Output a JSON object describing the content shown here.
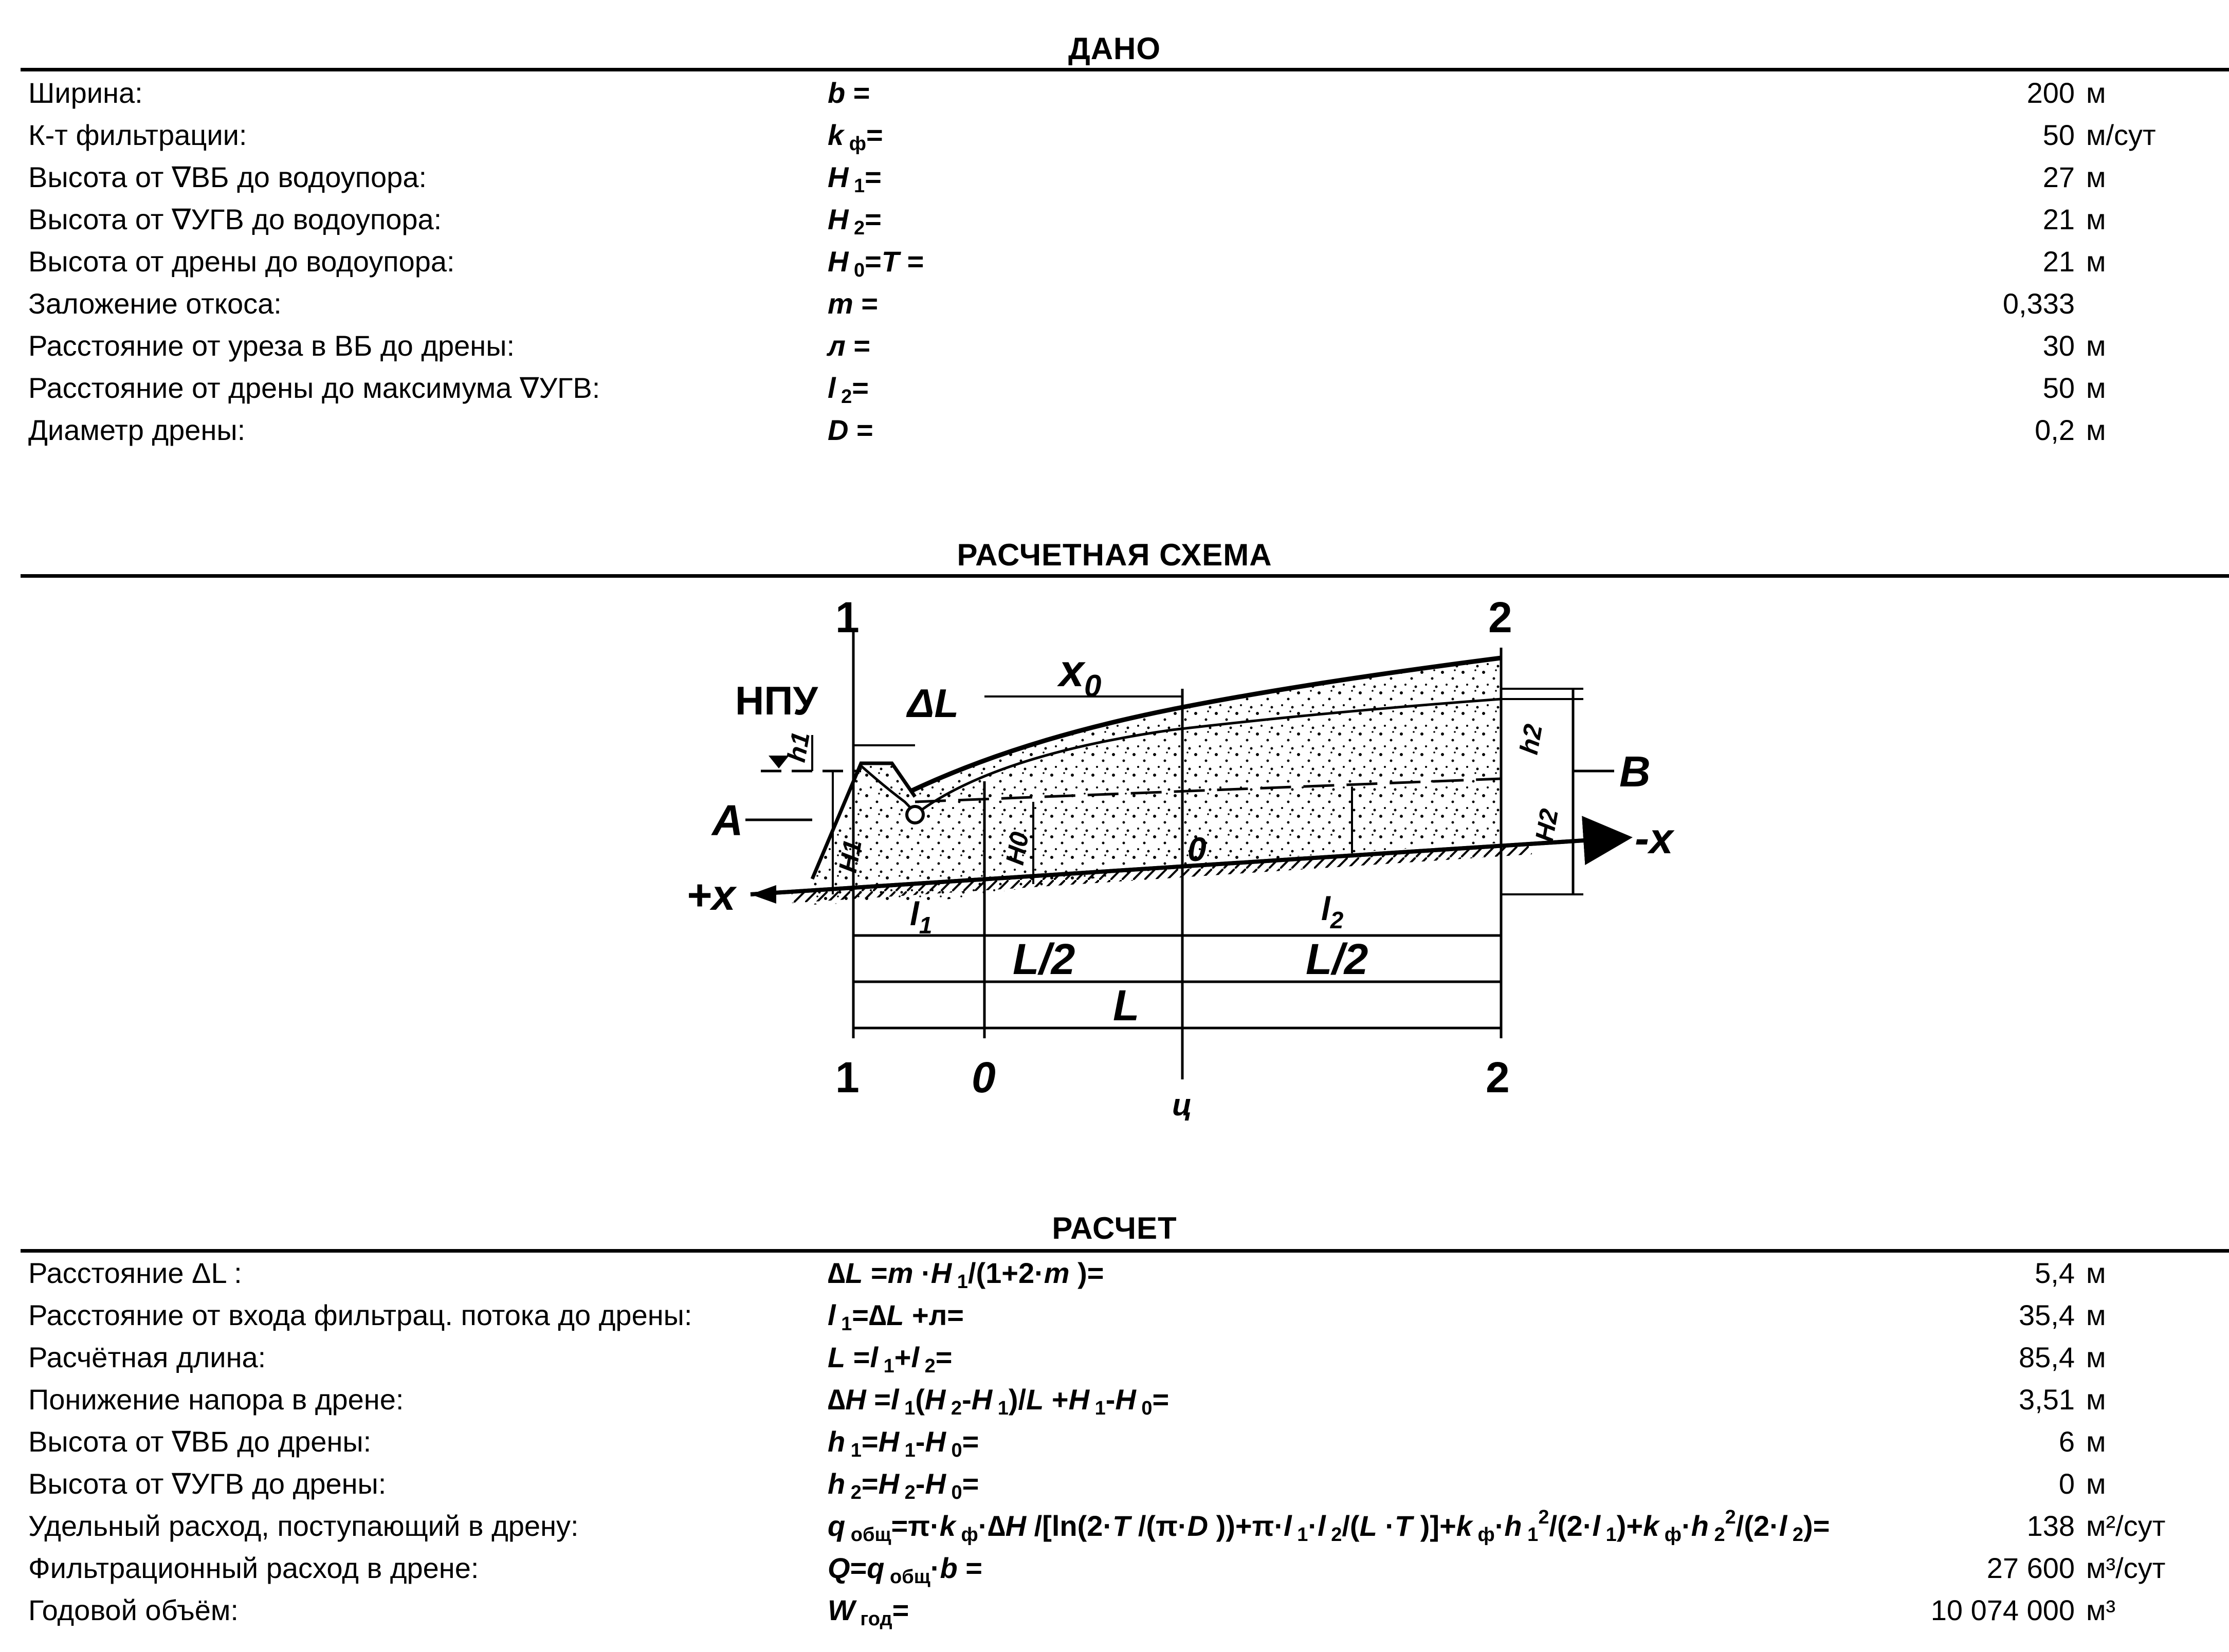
{
  "given": {
    "title": "ДАНО",
    "rows": [
      {
        "label": "Ширина:",
        "formula": "b =",
        "value": "200",
        "unit": "м"
      },
      {
        "label": "К-т фильтрации:",
        "formula": "k ф=",
        "value": "50",
        "unit": "м/сут"
      },
      {
        "label": "Высота от ∇ВБ до водоупора:",
        "formula": "H 1=",
        "value": "27",
        "unit": "м"
      },
      {
        "label": "Высота от ∇УГВ до водоупора:",
        "formula": "H 2=",
        "value": "21",
        "unit": "м"
      },
      {
        "label": "Высота от дрены до водоупора:",
        "formula": "H 0=T =",
        "value": "21",
        "unit": "м"
      },
      {
        "label": "Заложение откоса:",
        "formula": "m =",
        "value": "0,333",
        "unit": ""
      },
      {
        "label": "Расстояние от уреза в ВБ до дрены:",
        "formula": "л =",
        "value": "30",
        "unit": "м"
      },
      {
        "label": "Расстояние от дрены до максимума ∇УГВ:",
        "formula": "l 2=",
        "value": "50",
        "unit": "м"
      },
      {
        "label": "Диаметр дрены:",
        "formula": "D =",
        "value": "0,2",
        "unit": "м"
      }
    ]
  },
  "scheme": {
    "title": "РАСЧЕТНАЯ СХЕМА",
    "labels": {
      "sec1_top": "1",
      "sec2_top": "2",
      "npu": "НПУ",
      "dL": "ΔL",
      "x0": "x",
      "x0_sub": "0",
      "B": "B",
      "A": "A",
      "minus_x": "-x",
      "plus_x": "+x",
      "zero_mid": "0",
      "l1": "l",
      "l1_sub": "1",
      "l2": "l",
      "l2_sub": "2",
      "L_half_left": "L/2",
      "L_half_right": "L/2",
      "L": "L",
      "sec1_bot": "1",
      "sec0_bot": "0",
      "sec2_bot": "2",
      "h1": "h1",
      "h2": "h2",
      "H1": "H1",
      "H0": "H0",
      "H2": "H2",
      "c_mark": "ц"
    }
  },
  "calc": {
    "title": "РАСЧЕТ",
    "rows": [
      {
        "label": "Расстояние ΔL :",
        "value": "5,4",
        "unit": "м"
      },
      {
        "label": "Расстояние от входа фильтрац. потока до дрены:",
        "value": "35,4",
        "unit": "м"
      },
      {
        "label": "Расчётная длина:",
        "value": "85,4",
        "unit": "м"
      },
      {
        "label": "Понижение напора в дрене:",
        "value": "3,51",
        "unit": "м"
      },
      {
        "label": "Высота от ∇ВБ до дрены:",
        "value": "6",
        "unit": "м"
      },
      {
        "label": "Высота от ∇УГВ до дрены:",
        "value": "0",
        "unit": "м"
      },
      {
        "label": "Удельный расход, поступающий в дрену:",
        "value": "138",
        "unit": "м²/сут"
      },
      {
        "label": "Фильтрационный расход в дрене:",
        "value": "27 600",
        "unit": "м³/сут"
      },
      {
        "label": "Годовой объём:",
        "value": "10 074 000",
        "unit": "м³"
      }
    ]
  }
}
